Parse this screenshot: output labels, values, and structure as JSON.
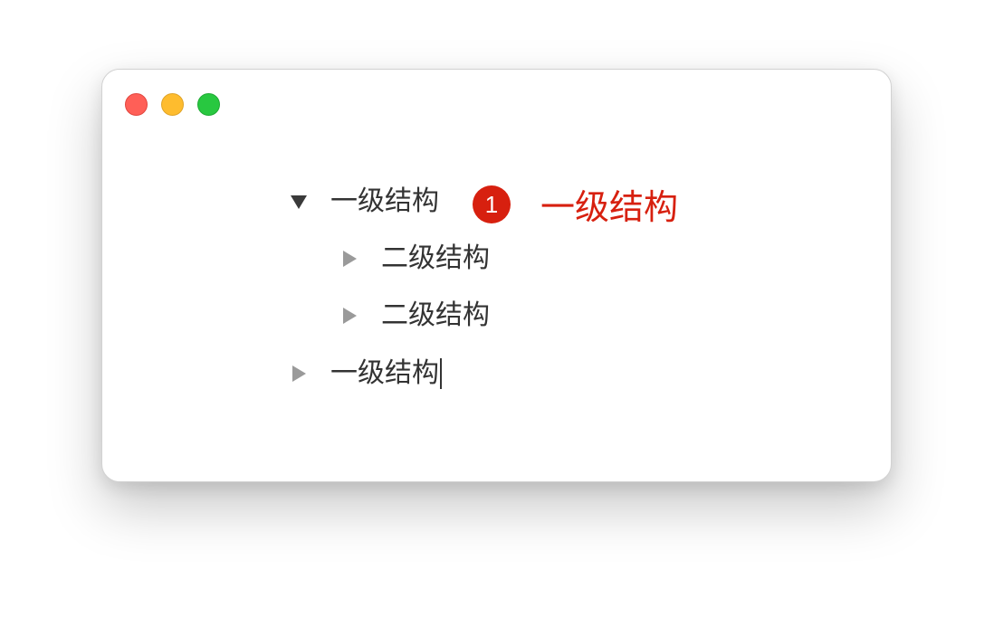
{
  "colors": {
    "close": "#ff5f57",
    "minimize": "#febc2e",
    "zoom": "#28c840",
    "accent": "#d7200f"
  },
  "tree": {
    "items": [
      {
        "label": "一级结构",
        "level": 1,
        "state": "expanded"
      },
      {
        "label": "二级结构",
        "level": 2,
        "state": "collapsed"
      },
      {
        "label": "二级结构",
        "level": 2,
        "state": "collapsed"
      },
      {
        "label": "一级结构",
        "level": 1,
        "state": "collapsed",
        "focused": true
      }
    ]
  },
  "annotation": {
    "number": "1",
    "label": "一级结构"
  }
}
